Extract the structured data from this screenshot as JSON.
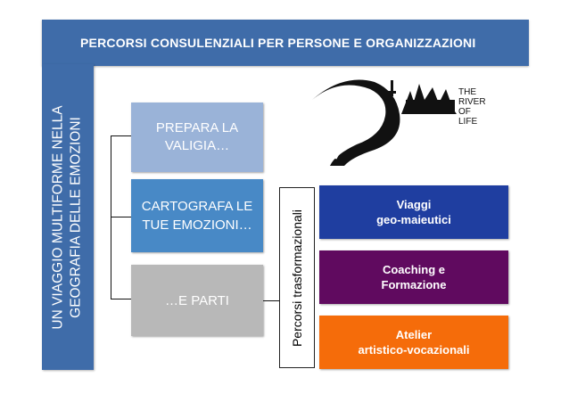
{
  "header": {
    "title": "PERCORSI CONSULENZIALI PER  PERSONE E ORGANIZZAZIONI"
  },
  "sidebar": {
    "line1": "UN VIAGGIO MULTIFORME NELLA",
    "line2": "GEOGRAFIA DELLE EMOZIONI"
  },
  "steps": [
    {
      "line1": "PREPARA LA",
      "line2": "VALIGIA…"
    },
    {
      "line1": "CARTOGRAFA LE",
      "line2": "TUE EMOZIONI…"
    },
    {
      "line1": "…E PARTI"
    }
  ],
  "percorsi_label": "Percorsi trasformazionali",
  "paths": [
    {
      "line1": "Viaggi",
      "line2": "geo-maieutici",
      "color": "#1f3ea0"
    },
    {
      "line1": "Coaching e",
      "line2": "Formazione",
      "color": "#600a5f"
    },
    {
      "line1": "Atelier",
      "line2": "artistico-vocazionali",
      "color": "#f56c0a"
    }
  ],
  "logo": {
    "line1": "THE",
    "line2": "RIVER",
    "line3": "OF",
    "line4": "LIFE"
  },
  "colors": {
    "header": "#3f6ca9",
    "step1": "#9ab3d8",
    "step2": "#4889c6",
    "step3": "#b8b8b8"
  }
}
